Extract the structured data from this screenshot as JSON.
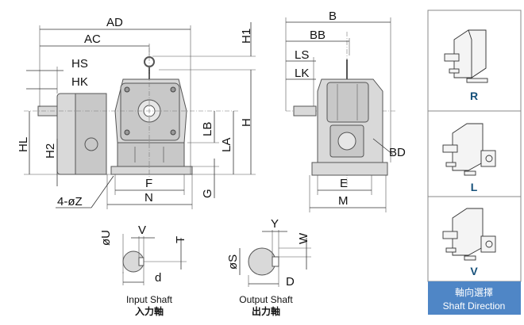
{
  "front_view": {
    "AD": "AD",
    "AC": "AC",
    "HS": "HS",
    "HK": "HK",
    "H1": "H1",
    "H": "H",
    "LB": "LB",
    "LA": "LA",
    "HL": "HL",
    "H2": "H2",
    "F": "F",
    "N": "N",
    "G": "G",
    "Z": "4-øZ"
  },
  "side_view": {
    "B": "B",
    "BB": "BB",
    "LS": "LS",
    "LK": "LK",
    "BD": "BD",
    "E": "E",
    "M": "M"
  },
  "input_shaft": {
    "U": "øU",
    "V": "V",
    "T": "T",
    "d": "d",
    "caption_en": "Input Shaft",
    "caption_zh": "入力軸"
  },
  "output_shaft": {
    "S": "øS",
    "Y": "Y",
    "W": "W",
    "D": "D",
    "caption_en": "Output Shaft",
    "caption_zh": "出力軸"
  },
  "shaft_direction": {
    "options": [
      {
        "label": "R"
      },
      {
        "label": "L"
      },
      {
        "label": "V"
      }
    ],
    "title_zh": "軸向選擇",
    "title_en": "Shaft Direction",
    "accent": "#4f86c6",
    "letter_color": "#15507a"
  }
}
